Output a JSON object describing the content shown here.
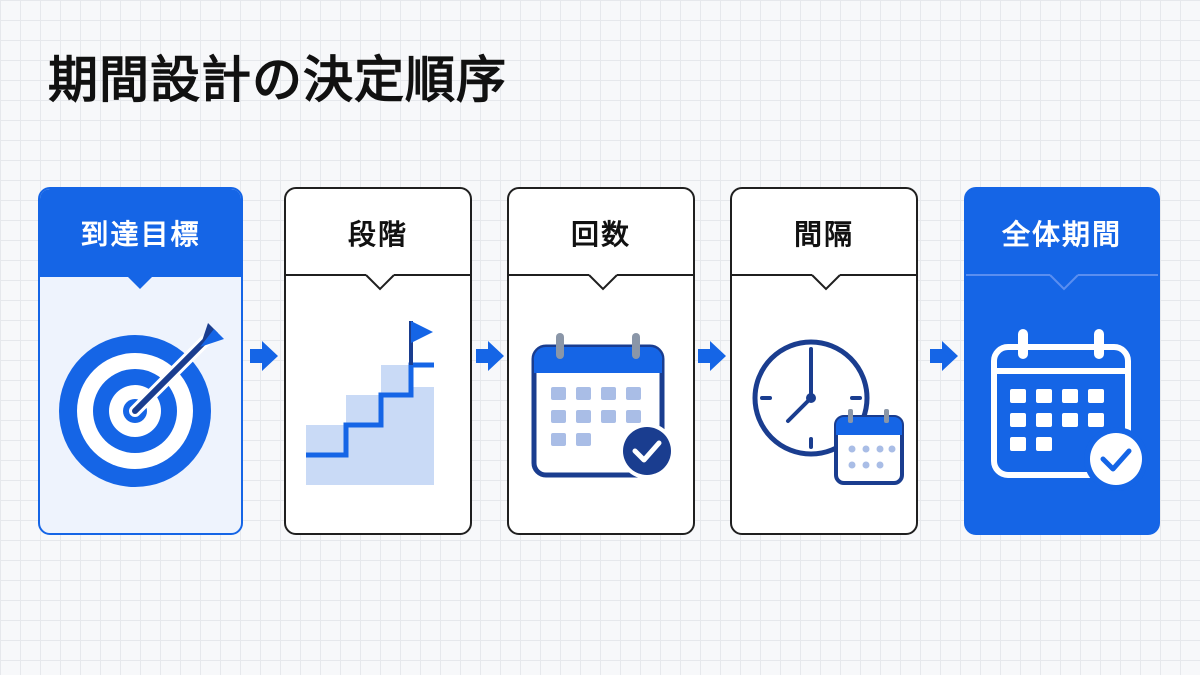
{
  "title": "期間設計の決定順序",
  "steps": [
    {
      "label": "到達目標",
      "icon": "target-icon"
    },
    {
      "label": "段階",
      "icon": "stairs-flag-icon"
    },
    {
      "label": "回数",
      "icon": "calendar-check-icon"
    },
    {
      "label": "間隔",
      "icon": "clock-calendar-icon"
    },
    {
      "label": "全体期間",
      "icon": "calendar-check-icon"
    }
  ],
  "colors": {
    "accent": "#1565e6",
    "dark_blue": "#1a3d8f",
    "light_blue": "#c9daf6",
    "border_dark": "#1f1f1f"
  }
}
